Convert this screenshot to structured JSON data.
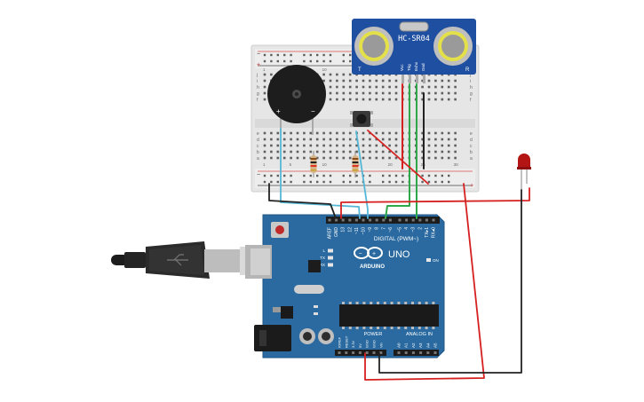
{
  "sensor": {
    "model": "HC-SR04",
    "pins": [
      "Vcc",
      "Trig",
      "Echo",
      "Gnd"
    ],
    "left_mark": "T",
    "right_mark": "R"
  },
  "arduino": {
    "model": "UNO",
    "brand": "ARDUINO",
    "digital_label": "DIGITAL (PWM~)",
    "digital_pins": [
      "AREF",
      "GND",
      "13",
      "12",
      "~11",
      "~10",
      "~9",
      "8",
      "7",
      "~6",
      "~5",
      "4",
      "~3",
      "2",
      "TX▸1",
      "RX◂0"
    ],
    "power_label": "POWER",
    "power_pins": [
      "IOREF",
      "RESET",
      "3.3V",
      "5V",
      "GND",
      "GND",
      "Vin"
    ],
    "analog_label": "ANALOG IN",
    "analog_pins": [
      "A0",
      "A1",
      "A2",
      "A3",
      "A4",
      "A5"
    ],
    "leds": [
      "L",
      "TX",
      "RX"
    ],
    "on_label": "ON"
  },
  "breadboard": {
    "row_letters_top": [
      "j",
      "i",
      "h",
      "g",
      "f"
    ],
    "row_letters_bottom": [
      "e",
      "d",
      "c",
      "b",
      "a"
    ],
    "column_numbers": [
      "1",
      "5",
      "10",
      "15",
      "20",
      "25",
      "30"
    ],
    "rail_plus": "+",
    "rail_minus": "−"
  },
  "buzzer": {
    "plus": "+",
    "minus": "−"
  },
  "colors": {
    "wire_red": "#d62020",
    "wire_green": "#2fa84a",
    "wire_cyan": "#55b7d6",
    "wire_black": "#222222",
    "board_blue": "#2a6aa0",
    "sensor_blue": "#1f4fa0"
  }
}
